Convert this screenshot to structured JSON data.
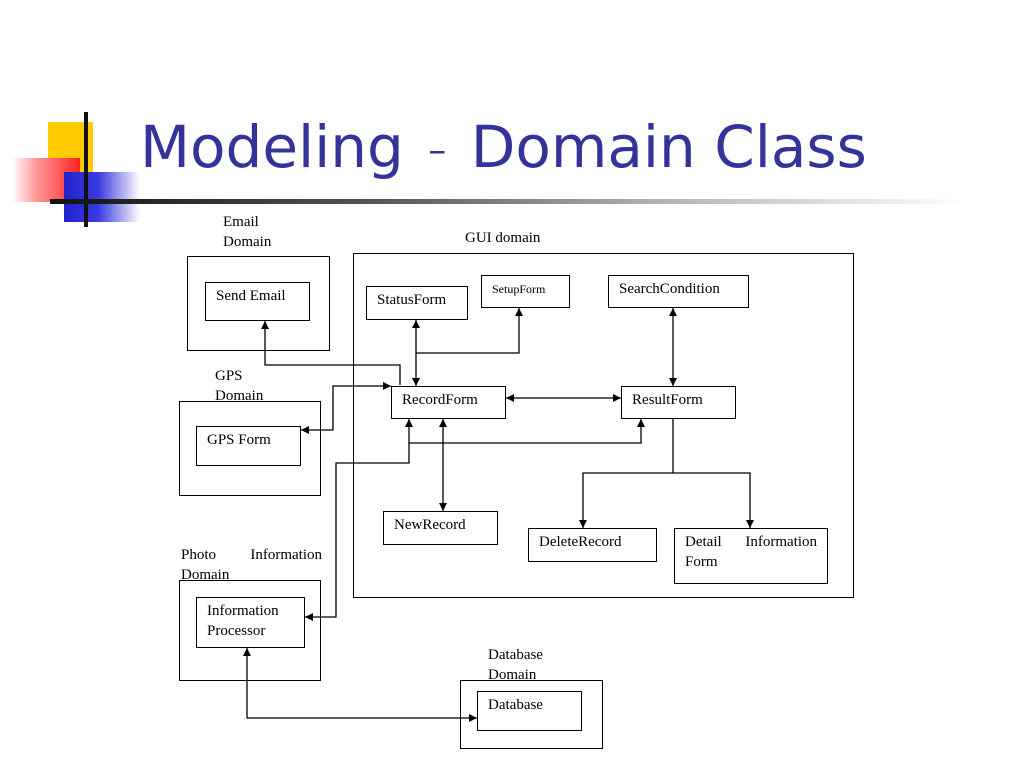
{
  "title": {
    "part1": "Modeling",
    "dash": "–",
    "part2": "Domain Class"
  },
  "domains": {
    "email": {
      "label_line1": "Email",
      "label_line2": "Domain"
    },
    "gps": {
      "label_line1": "GPS",
      "label_line2": "Domain"
    },
    "photo": {
      "label_line1": "Photo",
      "label_line1b": "Information",
      "label_line2": "Domain"
    },
    "gui": {
      "label": "GUI domain"
    },
    "database": {
      "label_line1": "Database",
      "label_line2": "Domain"
    }
  },
  "classes": {
    "send_email": "Send Email",
    "gps_form": "GPS Form",
    "information_processor_1": "Information",
    "information_processor_2": "Processor",
    "status_form": "StatusForm",
    "setup_form": "SetupForm",
    "search_condition": "SearchCondition",
    "record_form": "RecordForm",
    "result_form": "ResultForm",
    "new_record": "NewRecord",
    "delete_record": "DeleteRecord",
    "detail_information_form_1a": "Detail",
    "detail_information_form_1b": "Information",
    "detail_information_form_2": "Form",
    "database": "Database"
  }
}
